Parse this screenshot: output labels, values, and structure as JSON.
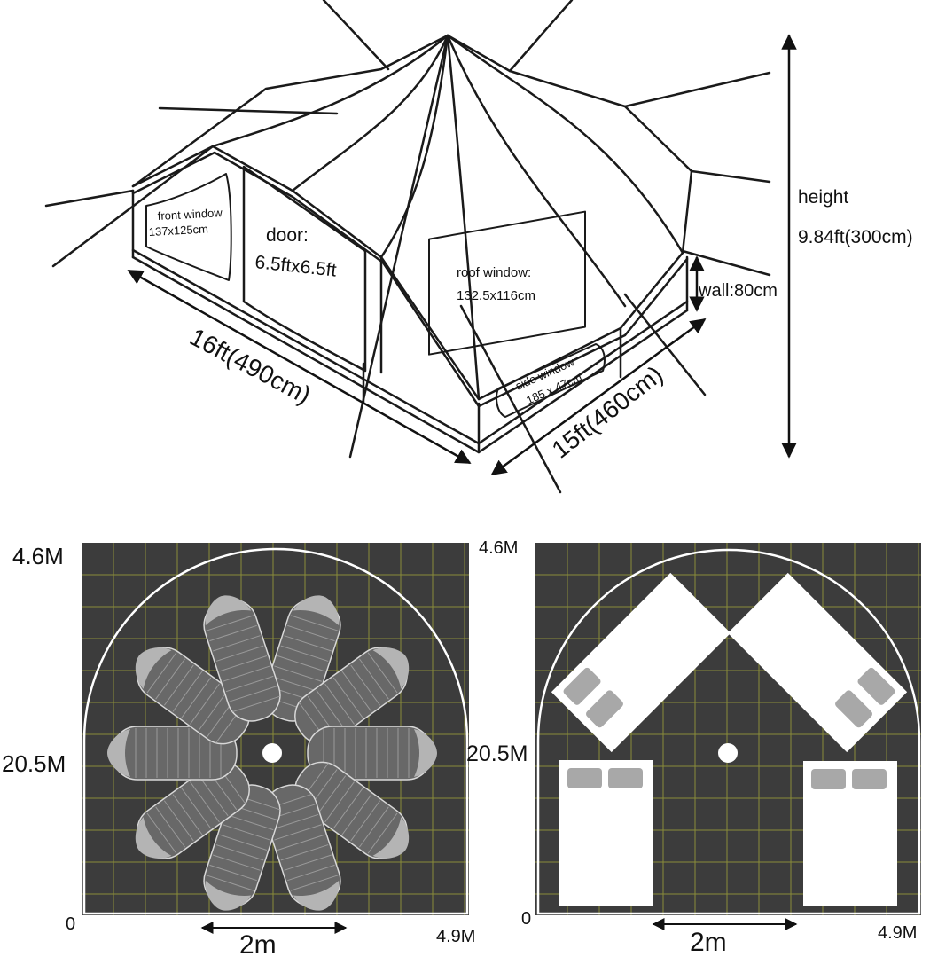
{
  "tent_sketch": {
    "front_window": {
      "title": "front window",
      "size": "137x125cm"
    },
    "door": {
      "title": "door:",
      "size": "6.5ftx6.5ft"
    },
    "roof_window": {
      "title": "roof window:",
      "size": "132.5x116cm"
    },
    "side_window": {
      "title": "side window",
      "size": "185 x 47cm"
    },
    "wall": "wall:80cm",
    "height": {
      "title": "height",
      "value": "9.84ft(300cm)"
    },
    "length": "16ft(490cm)",
    "width": "15ft(460cm)"
  },
  "floor_plans": [
    {
      "layout": "sleeping-bags",
      "top_label": "4.6M",
      "mid_label": "20.5M",
      "origin_label": "0",
      "right_label": "4.9M",
      "scale_label": "2m",
      "sleeping_bag_count": 10
    },
    {
      "layout": "beds",
      "top_label": "4.6M",
      "mid_label": "20.5M",
      "origin_label": "0",
      "right_label": "4.9M",
      "scale_label": "2m",
      "bed_count": 4
    }
  ],
  "colors": {
    "floor": "#3c3c3c",
    "grid": "#8a8c3a",
    "sleeping_bag": "#686868",
    "bag_hood": "#b4b4b4",
    "bed": "#ffffff",
    "pillow": "#a8a8a8",
    "outline": "#ffffff"
  }
}
